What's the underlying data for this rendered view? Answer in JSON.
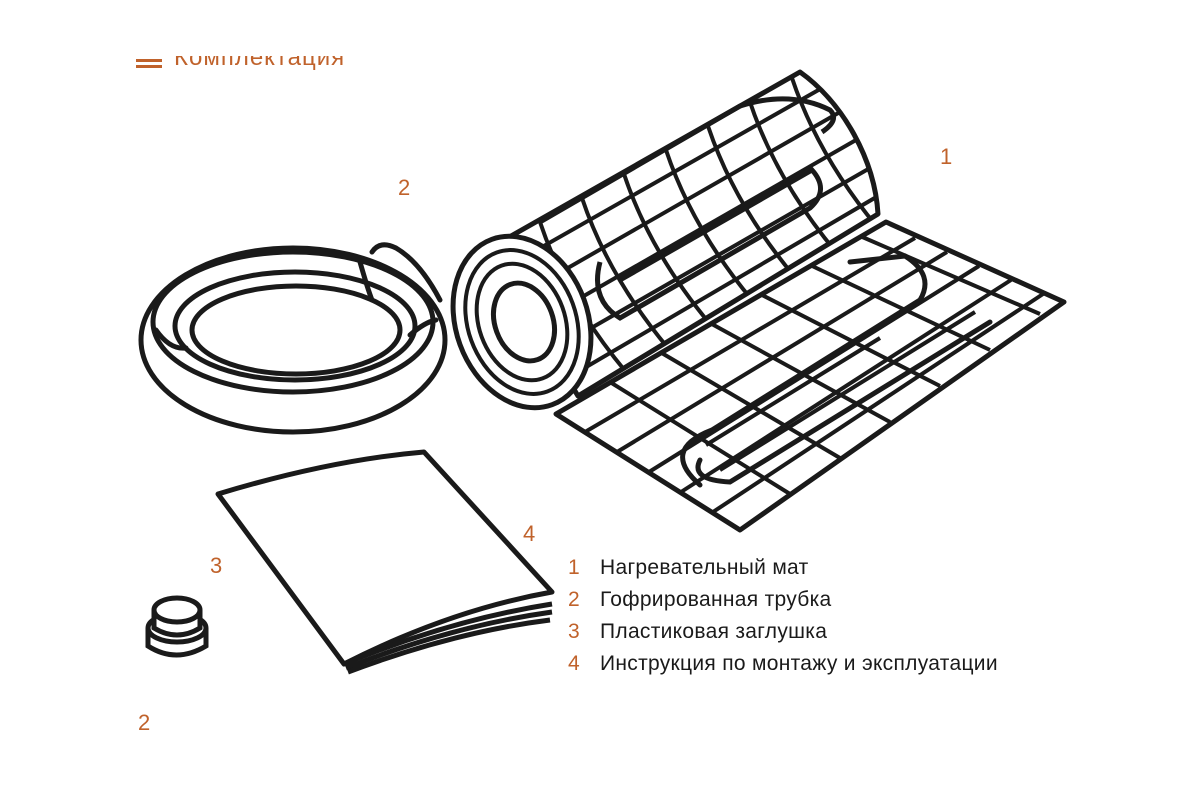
{
  "header": {
    "title": "Комплектация"
  },
  "callouts": {
    "mat": "1",
    "tube": "2",
    "plug": "3",
    "manual": "4",
    "tube_count": "2"
  },
  "legend": [
    {
      "num": "1",
      "text": "Нагревательный мат"
    },
    {
      "num": "2",
      "text": "Гофрированная трубка"
    },
    {
      "num": "3",
      "text": "Пластиковая заглушка"
    },
    {
      "num": "4",
      "text": "Инструкция по монтажу и эксплуатации"
    }
  ],
  "colors": {
    "accent": "#c0622b",
    "line": "#1a1a1a"
  }
}
